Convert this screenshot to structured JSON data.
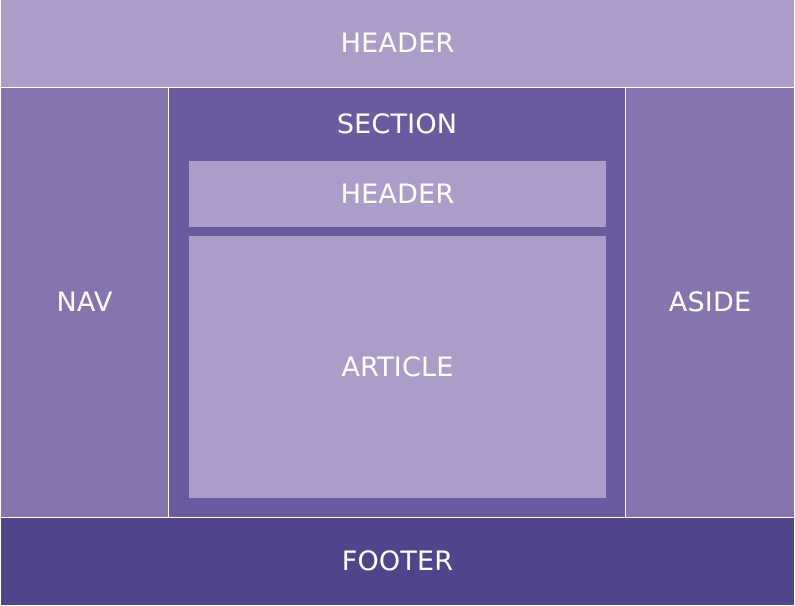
{
  "diagram": {
    "header": {
      "label": "HEADER"
    },
    "nav": {
      "label": "NAV"
    },
    "section": {
      "label": "SECTION",
      "header": {
        "label": "HEADER"
      },
      "article": {
        "label": "ARTICLE"
      }
    },
    "aside": {
      "label": "ASIDE"
    },
    "footer": {
      "label": "FOOTER"
    }
  },
  "colors": {
    "light": "#ac9cc8",
    "medium": "#8674ae",
    "section": "#6a5a9f",
    "dark": "#52448a",
    "text": "#ffffff"
  }
}
